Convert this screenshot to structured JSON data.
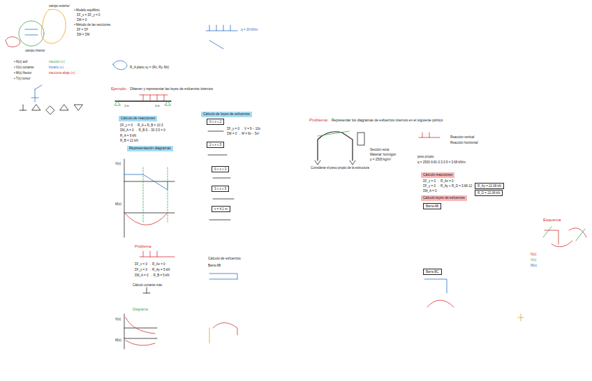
{
  "diagram": {
    "nodes": [
      {
        "text": [
          "Cálculo de reacciones"
        ]
      },
      {
        "text": [
          "Representación diagramas"
        ]
      },
      {
        "text": [
          "Cálculo de leyes de esfuerzos"
        ]
      },
      {
        "text": [
          "0 ≤ x ≤ 2"
        ]
      },
      {
        "text": [
          "2 ≤ x ≤ 5"
        ]
      },
      {
        "text": [
          "0 ≤ x ≤ 3"
        ]
      },
      {
        "text": [
          "3 ≤ x ≤ 5"
        ]
      },
      {
        "text": [
          "x = 4.1 m"
        ]
      },
      {
        "text": [
          "Cálculo reacciones"
        ]
      },
      {
        "text": [
          "Cálculo leyes de esfuerzos"
        ]
      },
      {
        "text": [
          "Barra AB"
        ]
      },
      {
        "text": [
          "Barra BC"
        ]
      },
      {
        "text": [
          "R_Ay = 22.08 kN"
        ]
      },
      {
        "text": [
          "R_D = 22.08 kN"
        ]
      }
    ],
    "labels": [
      "campo exterior",
      "• Modelo equilibrio",
      "ΣF_x = ΣF_y = 0",
      "ΣM = 0",
      "• Método de las secciones",
      "ΣF = ΣF",
      "ΣM = ΣM",
      "campo interior",
      "• N(x)   axil",
      "• V(x)   cortante",
      "• M(x)   flector",
      "• T(x)   torsor",
      "tracción (+)",
      "horario (+)",
      "tracciona abajo (+)",
      "R_A plano xy = (Rx, Ry, Mz)",
      "Ejemplo:",
      "Obtener y representar las leyes de esfuerzos internos",
      "2 m",
      "3 m",
      "ΣF_y = 0 → R_A + R_B = 10·3",
      "ΣM_A = 0 → R_B·5 − 30·3.5 = 0",
      "R_A = 9 kN",
      "R_B = 21 kN",
      "V(x)",
      "M(x)",
      "Problema",
      "ΣF_x = 0 → R_Ax = 0",
      "ΣF_y = 0 → R_Ay = 5 kN",
      "ΣM_A = 0 → R_B = 5 kN",
      "Cálculo cortante máx",
      "Diagrama",
      "V(x)",
      "M(x)",
      "q = 20 kN/m",
      "ΣF_y = 0 → V = 9 − 10x",
      "ΣM = 0 → M = 9x − 5x²",
      "Cálculo de esfuerzos",
      "Barra AB",
      "Problema:",
      "Representar los diagramas de esfuerzos internos en el siguiente pórtico",
      "Considerar el peso propio de la estructura",
      "Sección recta",
      "Material: hormigón",
      "ρ = 2500 kg/m³",
      "Reacción vertical",
      "Reacción horizontal",
      "peso propio",
      "q = 2500·9.81·0.3·0.5 = 3.68 kN/m",
      "ΣF_x = 0 → R_Ax = 0",
      "ΣF_y = 0 → R_Ay + R_D = 3.68·12",
      "ΣM_A = 0",
      "Esquema",
      "N(x)",
      "V(x)",
      "M(x)"
    ]
  }
}
